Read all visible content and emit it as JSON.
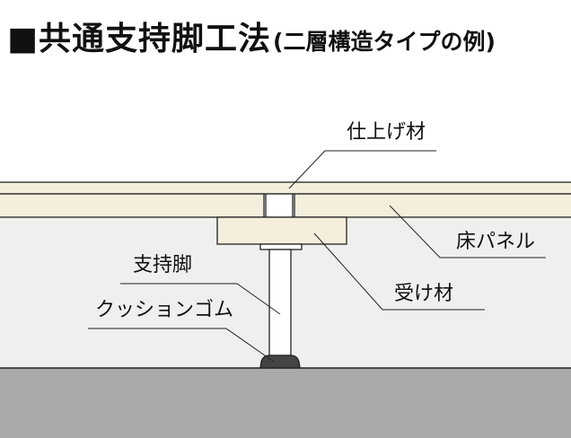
{
  "title": {
    "main": "■共通支持脚工法",
    "sub": "(二層構造タイプの例)"
  },
  "labels": {
    "finish": "仕上げ材",
    "floor_panel": "床パネル",
    "support_leg": "支持脚",
    "bearer": "受け材",
    "cushion_rubber": "クッションゴム"
  },
  "colors": {
    "panel_fill": "#f4eedc",
    "room_fill": "#efefee",
    "ground_fill": "#aaaaaa",
    "leg_fill": "#ffffff",
    "rubber_fill": "#444444",
    "line": "#222222"
  }
}
